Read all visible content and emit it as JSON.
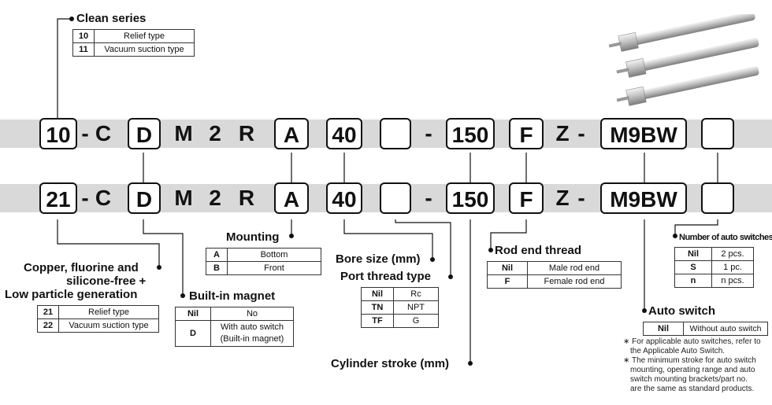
{
  "row1": {
    "prefix": "10",
    "dash1": "-",
    "c": "C",
    "d": "D",
    "m": "M",
    "two": "2",
    "r": "R",
    "mounting": "A",
    "bore": "40",
    "port": "",
    "dash2": "-",
    "stroke": "150",
    "thread": "F",
    "z": "Z",
    "dash3": "-",
    "switch": "M9BW",
    "num": ""
  },
  "row2": {
    "prefix": "21",
    "dash1": "-",
    "c": "C",
    "d": "D",
    "m": "M",
    "two": "2",
    "r": "R",
    "mounting": "A",
    "bore": "40",
    "port": "",
    "dash2": "-",
    "stroke": "150",
    "thread": "F",
    "z": "Z",
    "dash3": "-",
    "switch": "M9BW",
    "num": ""
  },
  "clean_series": {
    "title": "Clean series",
    "rows": [
      {
        "code": "10",
        "desc": "Relief type"
      },
      {
        "code": "11",
        "desc": "Vacuum suction type"
      }
    ]
  },
  "copper_free": {
    "title_line1": "Copper, fluorine and",
    "title_line2": "silicone-free +",
    "title_line3": "Low particle generation",
    "rows": [
      {
        "code": "21",
        "desc": "Relief type"
      },
      {
        "code": "22",
        "desc": "Vacuum suction type"
      }
    ]
  },
  "mounting": {
    "title": "Mounting",
    "rows": [
      {
        "code": "A",
        "desc": "Bottom"
      },
      {
        "code": "B",
        "desc": "Front"
      }
    ]
  },
  "builtin_magnet": {
    "title": "Built-in magnet",
    "rows": [
      {
        "code": "Nil",
        "desc": "No"
      },
      {
        "code": "D",
        "desc1": "With auto switch",
        "desc2": "(Built-in magnet)"
      }
    ]
  },
  "bore_size": {
    "title": "Bore size (mm)"
  },
  "port_thread": {
    "title": "Port thread type",
    "rows": [
      {
        "code": "Nil",
        "desc": "Rc"
      },
      {
        "code": "TN",
        "desc": "NPT"
      },
      {
        "code": "TF",
        "desc": "G"
      }
    ]
  },
  "cylinder_stroke": {
    "title": "Cylinder stroke (mm)"
  },
  "rod_end": {
    "title": "Rod end thread",
    "rows": [
      {
        "code": "Nil",
        "desc": "Male rod end"
      },
      {
        "code": "F",
        "desc": "Female rod end"
      }
    ]
  },
  "num_switches": {
    "title": "Number of auto switches",
    "rows": [
      {
        "code": "Nil",
        "desc": "2 pcs."
      },
      {
        "code": "S",
        "desc": "1 pc."
      },
      {
        "code": "n",
        "desc": "n pcs."
      }
    ]
  },
  "auto_switch": {
    "title": "Auto switch",
    "rows": [
      {
        "code": "Nil",
        "desc": "Without auto switch"
      }
    ],
    "notes": [
      "∗ For applicable auto switches, refer to",
      "the Applicable Auto Switch.",
      "∗ The minimum stroke for auto switch",
      "mounting, operating range and auto",
      "switch mounting brackets/part no.",
      "are the same as standard products."
    ]
  }
}
